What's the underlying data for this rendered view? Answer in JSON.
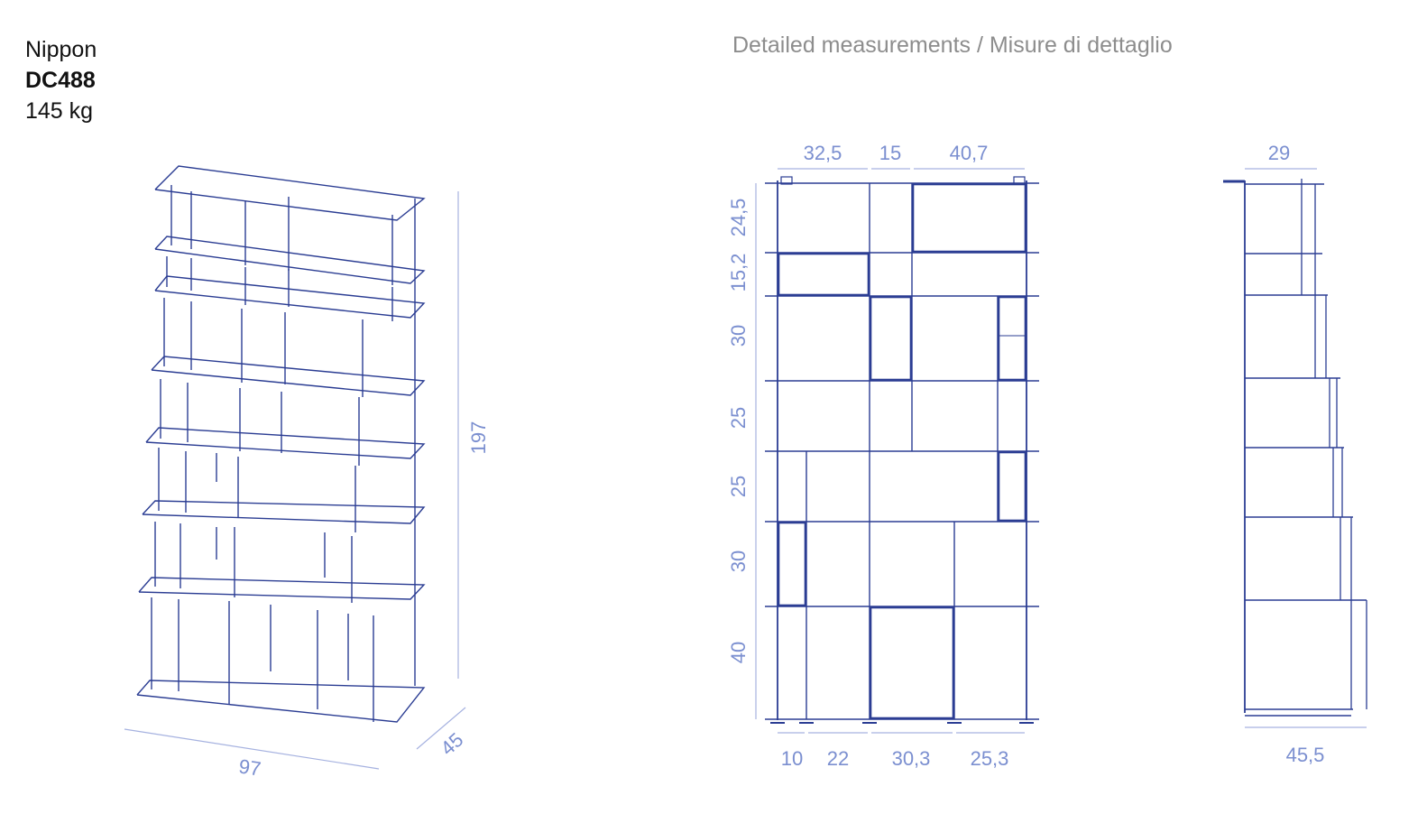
{
  "product": {
    "name": "Nippon",
    "code": "DC488",
    "weight": "145 kg"
  },
  "heading": "Detailed measurements / Misure di dettaglio",
  "overall": {
    "height": "197",
    "width": "97",
    "depth": "45"
  },
  "front": {
    "top_widths": [
      "32,5",
      "15",
      "40,7"
    ],
    "row_heights": [
      "24,5",
      "15,2",
      "30",
      "25",
      "25",
      "30",
      "40"
    ],
    "bottom_widths": [
      "10",
      "22",
      "30,3",
      "25,3"
    ]
  },
  "side": {
    "top_depth": "29",
    "bottom_depth": "45,5"
  },
  "colors": {
    "line": "#2b3d93",
    "dim_text": "#7b8fd0",
    "dim_line": "#a6b2e0",
    "heading": "#8d8d8d"
  }
}
